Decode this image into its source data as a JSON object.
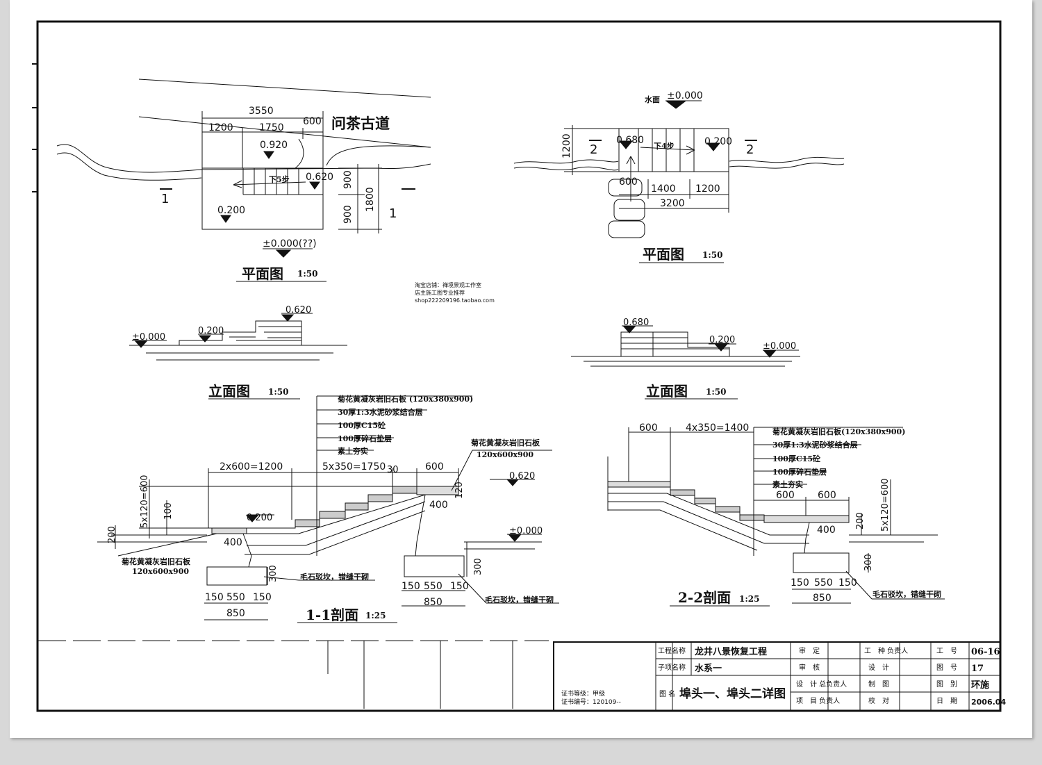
{
  "plan1": {
    "label": "问茶古道",
    "dims": {
      "total": "3550",
      "seg1": "1200",
      "seg2": "1750",
      "seg3": "600",
      "v1": "900",
      "v2": "1800",
      "v3": "900"
    },
    "levels": {
      "top": "0.920",
      "step": "0.620",
      "low": "0.200",
      "base": "±0.000(??)"
    },
    "steps": "下5步",
    "section_mark": "1",
    "title": "平面图",
    "scale": "1:50"
  },
  "plan2": {
    "water": "水面",
    "water_level": "±0.000",
    "levels": {
      "left": "0.680",
      "right": "0.200"
    },
    "steps": "下4步",
    "dims": {
      "v": "1200",
      "a": "600",
      "b": "1400",
      "c": "1200",
      "total": "3200"
    },
    "section_mark": "2",
    "title": "平面图",
    "scale": "1:50"
  },
  "watermark": {
    "line1": "淘宝店铺：禅境景观工作室",
    "line2": "店主施工图专业推荐",
    "line3": "shop222209196.taobao.com"
  },
  "elev1": {
    "levels": {
      "base": "±0.000",
      "mid": "0.200",
      "top": "0.620"
    },
    "title": "立面图",
    "scale": "1:50"
  },
  "elev2": {
    "levels": {
      "top": "0.680",
      "mid": "0.200",
      "base": "±0.000"
    },
    "title": "立面图",
    "scale": "1:50"
  },
  "sec1": {
    "notes": [
      "菊花黄凝灰岩旧石板 (120x380x900)",
      "30厚1:3水泥砂浆结合层",
      "100厚C15砼",
      "100厚碎石垫层",
      "素土夯实"
    ],
    "right_note": [
      "菊花黄凝灰岩旧石板",
      "120x600x900"
    ],
    "left_note": [
      "菊花黄凝灰岩旧石板",
      "120x600x900"
    ],
    "dims": {
      "a": "2x600=1200",
      "b": "5x350=1750",
      "c": "600",
      "d": "30",
      "e": "120",
      "f": "400",
      "g": "400",
      "h": "5x120=600",
      "i": "100",
      "j": "200",
      "k": "300",
      "l": "300",
      "m1": "150",
      "m2": "550",
      "m3": "150",
      "tot": "850",
      "n1": "150",
      "n2": "550",
      "n3": "150",
      "tot2": "850"
    },
    "levels": {
      "a": "0.200",
      "b": "0.620",
      "c": "±0.000"
    },
    "found": "毛石驳坎，错缝干砌",
    "title": "1-1剖面",
    "scale": "1:25"
  },
  "sec2": {
    "notes": [
      "菊花黄凝灰岩旧石板(120x380x900)",
      "30厚1:3水泥砂浆结合层",
      "100厚C15砼",
      "100厚碎石垫层",
      "素土夯实"
    ],
    "dims": {
      "a": "600",
      "b": "4x350=1400",
      "c": "600",
      "d": "600",
      "e": "400",
      "f": "200",
      "g": "5x120=600",
      "h": "300",
      "m1": "150",
      "m2": "550",
      "m3": "150",
      "tot": "850"
    },
    "found": "毛石驳坎，错缝干砌",
    "title": "2-2剖面",
    "scale": "1:25"
  },
  "titleblock": {
    "proj_label": "工程名称",
    "proj": "龙井八景恢复工程",
    "sub_label": "子项名称",
    "sub": "水系一",
    "fig_label": "图 名",
    "fig": "埠头一、埠头二详图",
    "cert1": "证书等级：甲级",
    "cert2": "证书编号：120109--",
    "r1": [
      "审　定",
      "",
      "工　种\n负责人",
      ""
    ],
    "r2": [
      "审　核",
      "",
      "设　计",
      ""
    ],
    "r3": [
      "设　计\n总负责人",
      "",
      "制　图",
      ""
    ],
    "r4": [
      "项　目\n负责人",
      "",
      "校　对",
      ""
    ],
    "k1": "工　号",
    "v1": "06-16",
    "k2": "图　号",
    "v2": "17",
    "k3": "图　别",
    "v3": "环施",
    "k4": "日　期",
    "v4": "2006.04"
  }
}
